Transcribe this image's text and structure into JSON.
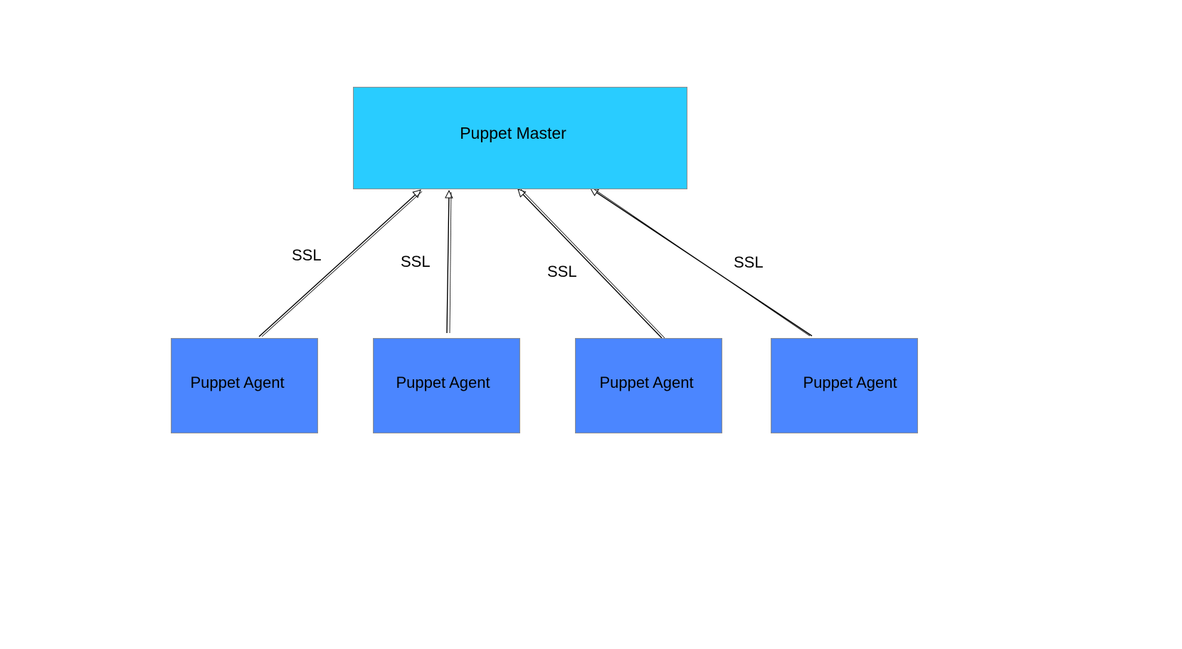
{
  "diagram": {
    "master": {
      "label": "Puppet Master",
      "color": "#29ccff"
    },
    "agents": [
      {
        "label": "Puppet Agent",
        "color": "#4b86ff"
      },
      {
        "label": "Puppet Agent",
        "color": "#4b86ff"
      },
      {
        "label": "Puppet Agent",
        "color": "#4b86ff"
      },
      {
        "label": "Puppet Agent",
        "color": "#4b86ff"
      }
    ],
    "connections": [
      {
        "from": "agent-1",
        "to": "master",
        "label": "SSL"
      },
      {
        "from": "agent-2",
        "to": "master",
        "label": "SSL"
      },
      {
        "from": "agent-3",
        "to": "master",
        "label": "SSL"
      },
      {
        "from": "agent-4",
        "to": "master",
        "label": "SSL"
      }
    ],
    "arrow_style": "hollow-arrowhead"
  }
}
